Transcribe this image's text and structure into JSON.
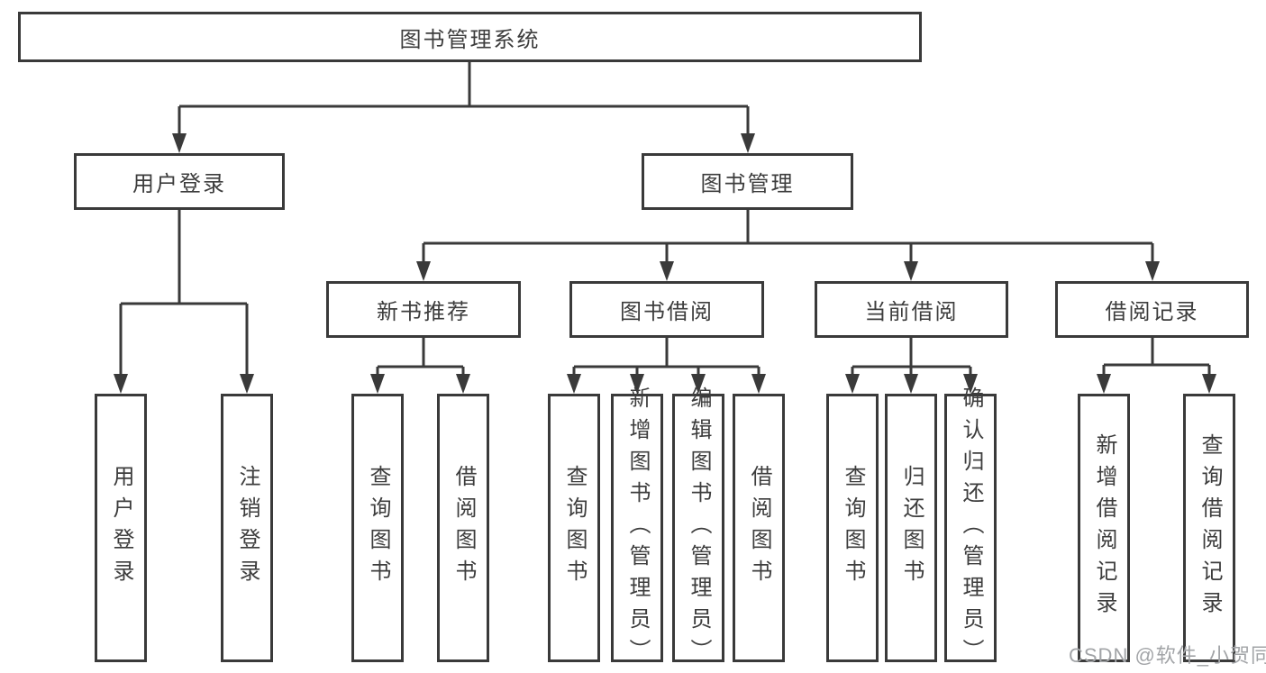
{
  "colors": {
    "line": "#3a3a3a",
    "box_border": "#3a3a3a",
    "box_fill": "#ffffff",
    "text": "#3d3d3d",
    "watermark": "#a2a4a7",
    "background": "#ffffff"
  },
  "tree": {
    "root": {
      "label": "图书管理系统"
    },
    "level2": [
      {
        "label": "用户登录"
      },
      {
        "label": "图书管理"
      }
    ],
    "level3": [
      {
        "label": "新书推荐"
      },
      {
        "label": "图书借阅"
      },
      {
        "label": "当前借阅"
      },
      {
        "label": "借阅记录"
      }
    ],
    "leaves": {
      "login": [
        {
          "label": "用户登录"
        },
        {
          "label": "注销登录"
        }
      ],
      "newbook": [
        {
          "label": "查询图书"
        },
        {
          "label": "借阅图书"
        }
      ],
      "borrow": [
        {
          "label": "查询图书"
        },
        {
          "label": "新增图书（管理员）"
        },
        {
          "label": "编辑图书（管理员）"
        },
        {
          "label": "借阅图书"
        }
      ],
      "current": [
        {
          "label": "查询图书"
        },
        {
          "label": "归还图书"
        },
        {
          "label": "确认归还（管理员）"
        }
      ],
      "records": [
        {
          "label": "新增借阅记录"
        },
        {
          "label": "查询借阅记录"
        }
      ]
    }
  },
  "watermark": {
    "text": "CSDN @软件_小贺同学"
  }
}
